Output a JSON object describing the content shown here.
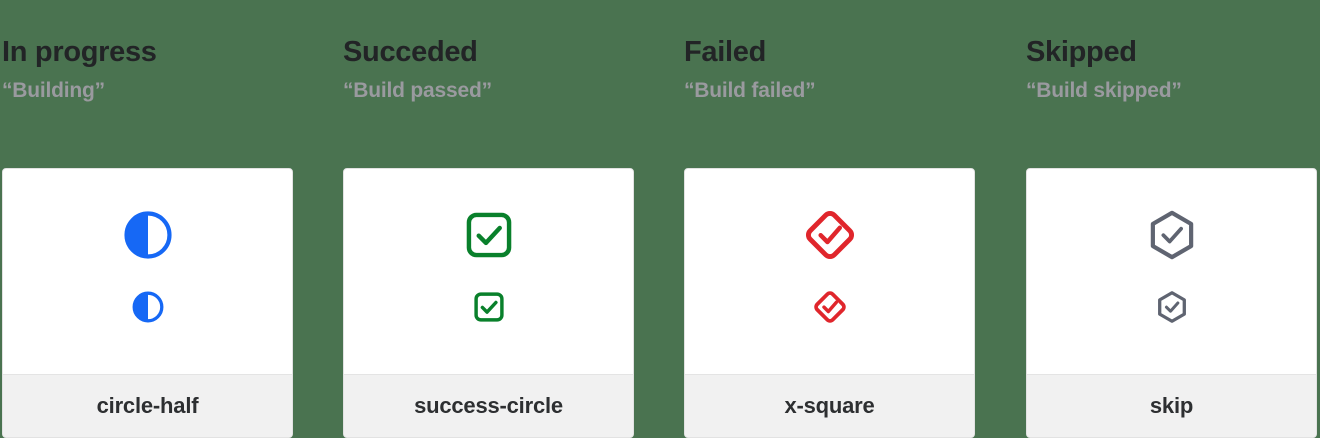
{
  "background_color": "#4a7350",
  "columns": [
    {
      "title": "In progress",
      "subtitle": "“Building”",
      "icon_name": "circle-half",
      "icon_label": "circle-half",
      "color": "#1668f5"
    },
    {
      "title": "Succeded",
      "subtitle": "“Build passed”",
      "icon_name": "success-circle",
      "icon_label": "success-circle",
      "color": "#09802b"
    },
    {
      "title": "Failed",
      "subtitle": "“Build failed”",
      "icon_name": "x-square",
      "icon_label": "x-square",
      "color": "#e0262c"
    },
    {
      "title": "Skipped",
      "subtitle": "“Build skipped”",
      "icon_name": "skip",
      "icon_label": "skip",
      "color": "#5f6471"
    }
  ]
}
